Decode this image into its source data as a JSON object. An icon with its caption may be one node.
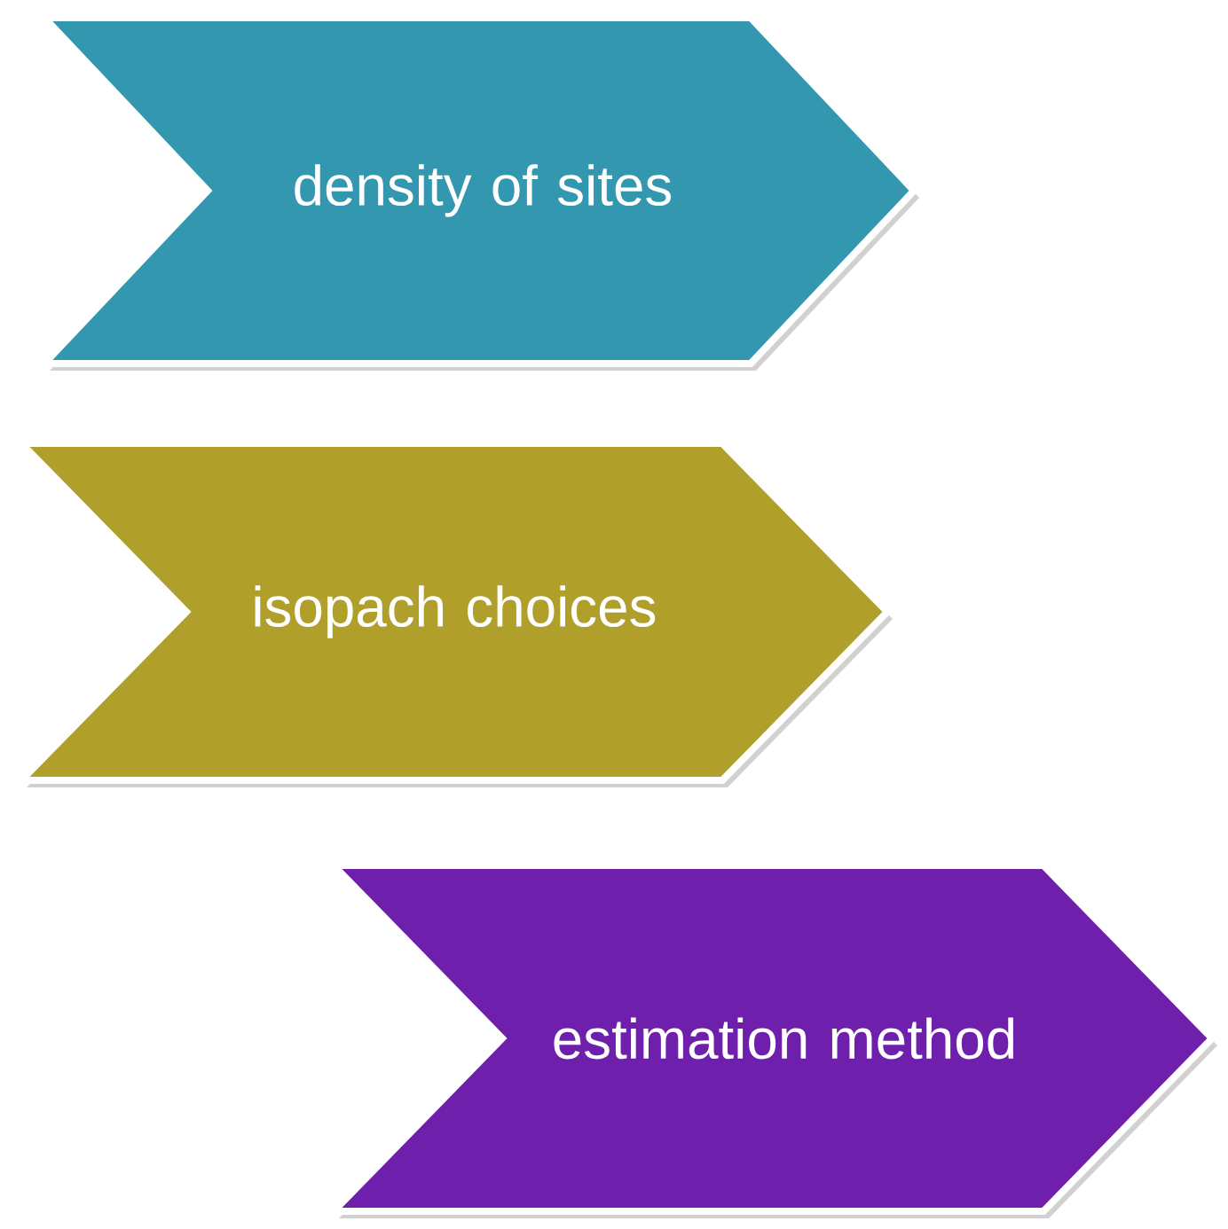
{
  "diagram": {
    "nodes": [
      {
        "text": [
          "density of sites"
        ]
      },
      {
        "text": [
          "isopach choices"
        ]
      },
      {
        "text": [
          "estimation method"
        ]
      }
    ]
  }
}
